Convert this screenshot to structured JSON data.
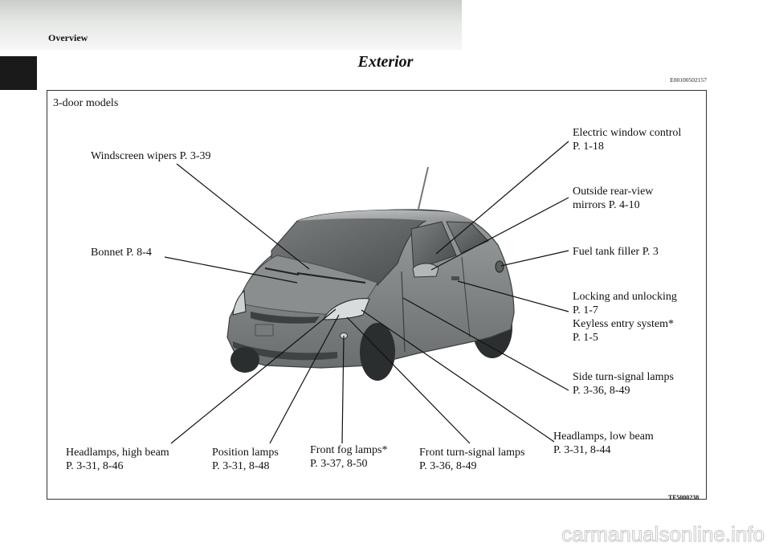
{
  "header": {
    "section": "Overview",
    "title": "Exterior",
    "code": "E00100502157"
  },
  "figure": {
    "variant": "3-door models",
    "image_code": "TF5000238",
    "labels": {
      "windscreen_wipers": "Windscreen wipers P. 3-39",
      "bonnet": "Bonnet P. 8-4",
      "electric_window_1": "Electric window control",
      "electric_window_2": "P. 1-18",
      "mirrors_1": "Outside rear-view",
      "mirrors_2": "mirrors P. 4-10",
      "fuel_filler": "Fuel tank filler P. 3",
      "locking_1": "Locking and unlocking",
      "locking_2": "P. 1-7",
      "keyless_1": "Keyless entry system*",
      "keyless_2": "P. 1-5",
      "side_turn_1": "Side turn-signal lamps",
      "side_turn_2": "P. 3-36, 8-49",
      "low_beam_1": "Headlamps, low beam",
      "low_beam_2": "P. 3-31, 8-44",
      "high_beam_1": "Headlamps, high beam",
      "high_beam_2": "P. 3-31, 8-46",
      "position_1": "Position lamps",
      "position_2": "P. 3-31, 8-48",
      "fog_1": "Front fog lamps*",
      "fog_2": "P. 3-37, 8-50",
      "front_turn_1": "Front turn-signal lamps",
      "front_turn_2": "P. 3-36, 8-49"
    }
  },
  "watermark": "carmanualsonline.info"
}
